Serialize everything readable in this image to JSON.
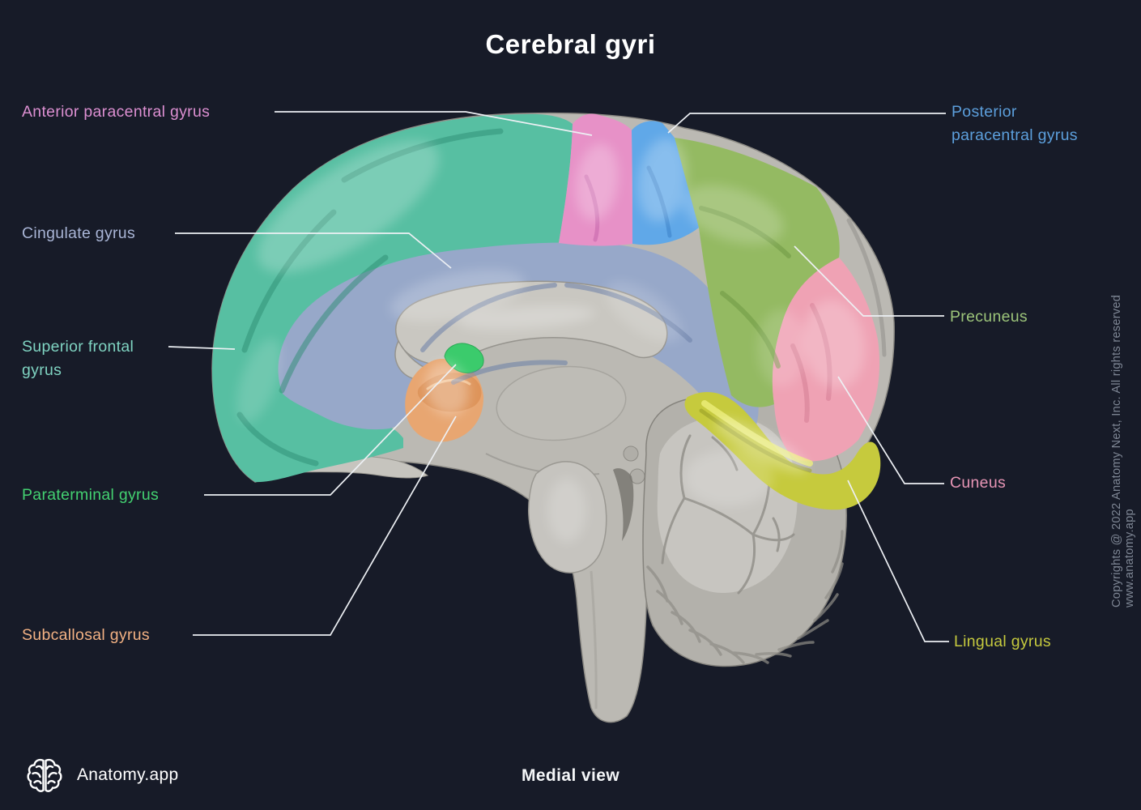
{
  "title": "Cerebral gyri",
  "view_label": "Medial view",
  "brand": {
    "name": "Anatomy.app",
    "logo_icon": "brain-icon"
  },
  "copyright": "Copyrights @ 2022 Anatomy Next, Inc. All rights reserved www.anatomy.app",
  "background_color": "#171B28",
  "labels": {
    "anterior_paracentral": {
      "text": "Anterior paracentral gyrus",
      "color": "#DC8FD1"
    },
    "posterior_paracentral": {
      "text": "Posterior\nparacentral gyrus",
      "color": "#5C9FDC"
    },
    "cingulate": {
      "text": "Cingulate gyrus",
      "color": "#A9B5D6"
    },
    "superior_frontal": {
      "text": "Superior frontal\ngyrus",
      "color": "#7FD3C1"
    },
    "precuneus": {
      "text": "Precuneus",
      "color": "#9CC47A"
    },
    "paraterminal": {
      "text": "Paraterminal gyrus",
      "color": "#43D171"
    },
    "cuneus": {
      "text": "Cuneus",
      "color": "#E795B5"
    },
    "subcallosal": {
      "text": "Subcallosal gyrus",
      "color": "#F2B183"
    },
    "lingual": {
      "text": "Lingual gyrus",
      "color": "#C5C93E"
    }
  },
  "regions": {
    "superior_frontal": "#57BFA2",
    "cingulate": "#97A8C9",
    "anterior_paracentral": "#E791C7",
    "posterior_paracentral": "#60A8E8",
    "precuneus": "#94BA62",
    "cuneus": "#EFA2B4",
    "lingual": "#C6CA3D",
    "subcallosal": "#E8A671",
    "paraterminal": "#3BCB6C",
    "unlabeled_gray": "#BBB9B3"
  }
}
